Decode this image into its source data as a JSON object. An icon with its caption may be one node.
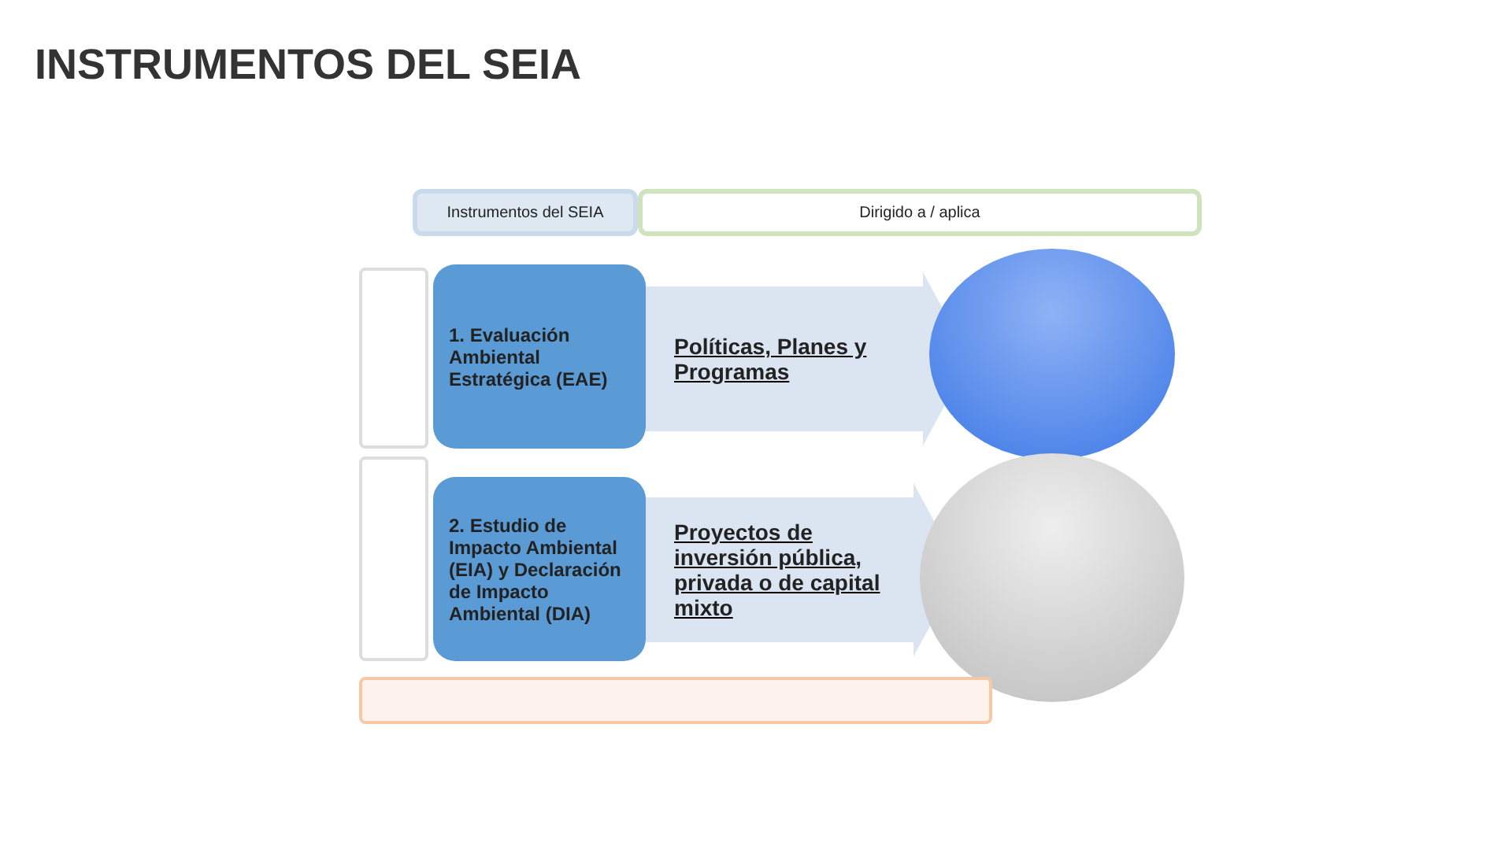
{
  "diagram": {
    "title": "INSTRUMENTOS DEL SEIA",
    "nodes": [
      {
        "text": [
          "Instrumentos del SEIA"
        ]
      },
      {
        "text": [
          "Dirigido a / aplica"
        ]
      },
      {
        "text": [],
        "shape": "box"
      },
      {
        "text": [
          "1. Evaluación Ambiental Estratégica (EAE)"
        ]
      },
      {
        "text": [
          "Políticas, Planes y Programas"
        ]
      },
      {
        "text": [],
        "shape": "circle"
      },
      {
        "text": [],
        "shape": "box"
      },
      {
        "text": [
          "2. Estudio de Impacto Ambiental (EIA) y Declaración de Impacto Ambiental (DIA)"
        ]
      },
      {
        "text": [
          "Proyectos de inversión pública, privada o de capital mixto"
        ]
      },
      {
        "text": [],
        "shape": "circle"
      },
      {
        "text": [],
        "shape": "box"
      }
    ],
    "edges": [
      {
        "from": 4,
        "to": 5,
        "arrow": "to"
      },
      {
        "from": 8,
        "to": 9,
        "arrow": "to"
      }
    ]
  }
}
